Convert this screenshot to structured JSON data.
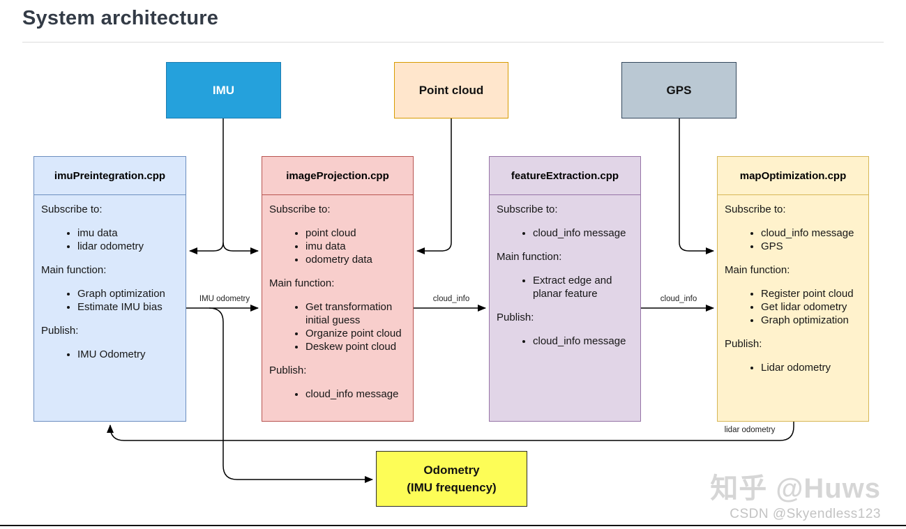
{
  "page": {
    "title": "System architecture",
    "watermark_primary": "知乎 @Huws",
    "watermark_secondary": "CSDN @Skyendless123"
  },
  "colors": {
    "imu_fill": "#25A1DC",
    "imu_stroke": "#1C7CB0",
    "point_cloud_fill": "#FFE6CC",
    "point_cloud_stroke": "#D79B00",
    "gps_fill": "#BAC8D3",
    "gps_stroke": "#33475C",
    "imu_preintegration_fill": "#DAE8FC",
    "imu_preintegration_stroke": "#6C8EBF",
    "image_projection_fill": "#F8CECC",
    "image_projection_stroke": "#B85450",
    "feature_extraction_fill": "#E1D5E7",
    "feature_extraction_stroke": "#9673A6",
    "map_optimization_fill": "#FFF2CC",
    "map_optimization_stroke": "#D6B656",
    "odometry_fill": "#FDFD57",
    "arrow": "#000000"
  },
  "sources": {
    "imu": {
      "label": "IMU"
    },
    "point_cloud": {
      "label": "Point cloud"
    },
    "gps": {
      "label": "GPS"
    }
  },
  "section_labels": {
    "subscribe": "Subscribe to:",
    "main": "Main function:",
    "publish": "Publish:"
  },
  "modules": {
    "imu_preintegration": {
      "title": "imuPreintegration.cpp",
      "subscribe": [
        "imu data",
        "lidar odometry"
      ],
      "main": [
        "Graph optimization",
        "Estimate IMU bias"
      ],
      "publish": [
        "IMU Odometry"
      ]
    },
    "image_projection": {
      "title": "imageProjection.cpp",
      "subscribe": [
        "point cloud",
        "imu data",
        "odometry data"
      ],
      "main": [
        "Get transformation initial guess",
        "Organize point cloud",
        "Deskew point cloud"
      ],
      "publish": [
        "cloud_info message"
      ]
    },
    "feature_extraction": {
      "title": "featureExtraction.cpp",
      "subscribe": [
        "cloud_info message"
      ],
      "main": [
        "Extract edge and planar feature"
      ],
      "publish": [
        "cloud_info message"
      ]
    },
    "map_optimization": {
      "title": "mapOptimization.cpp",
      "subscribe": [
        "cloud_info message",
        "GPS"
      ],
      "main": [
        "Register point cloud",
        "Get lidar odometry",
        "Graph optimization"
      ],
      "publish": [
        "Lidar odometry"
      ]
    }
  },
  "output": {
    "odometry": {
      "line1": "Odometry",
      "line2": "(IMU frequency)"
    }
  },
  "edge_labels": {
    "imu_odometry": "IMU odometry",
    "cloud_info_a": "cloud_info",
    "cloud_info_b": "cloud_info",
    "lidar_odometry": "lidar odometry"
  }
}
